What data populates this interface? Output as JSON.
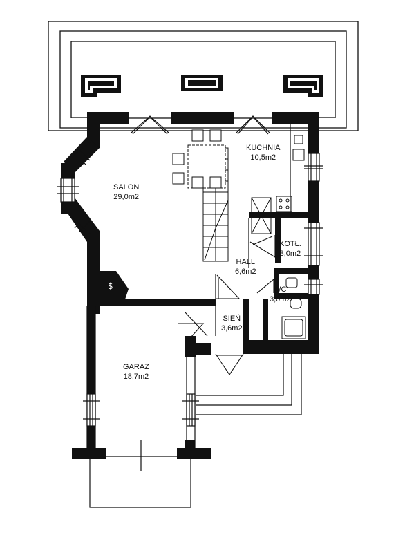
{
  "rooms": {
    "kuchnia": {
      "name": "KUCHNIA",
      "area": "10,5m2"
    },
    "salon": {
      "name": "SALON",
      "area": "29,0m2"
    },
    "kotl": {
      "name": "KOTŁ.",
      "area": "3,0m2"
    },
    "hall": {
      "name": "HALL",
      "area": "6,6m2"
    },
    "wc": {
      "name": "WC",
      "area": "3,0m2"
    },
    "sien": {
      "name": "SIEŃ",
      "area": "3,6m2"
    },
    "garaz": {
      "name": "GARAŻ",
      "area": "18,7m2"
    }
  },
  "colors": {
    "wall": "#111111",
    "line": "#111111",
    "background": "#ffffff"
  }
}
